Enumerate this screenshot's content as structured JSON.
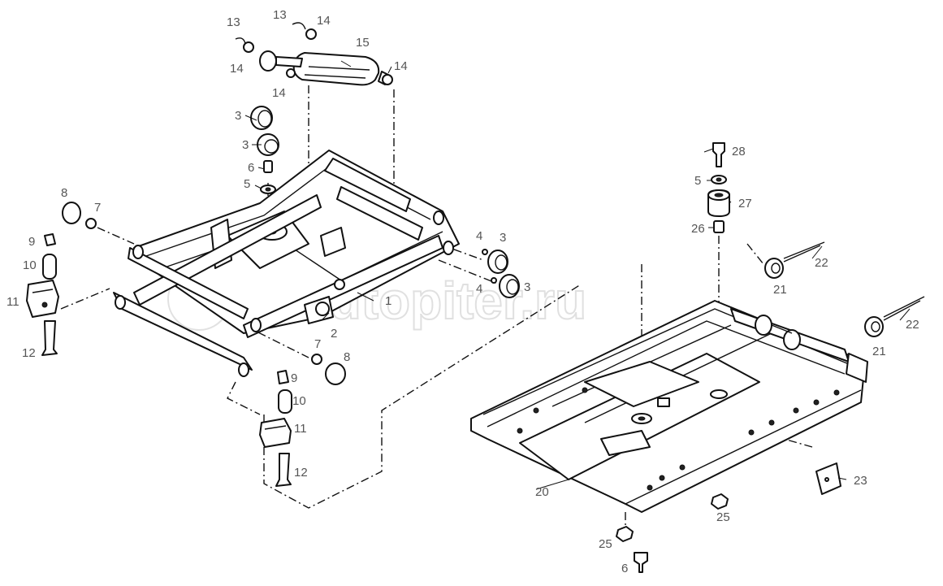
{
  "watermark": {
    "text": "autopiter.ru"
  },
  "callouts": {
    "c1": "1",
    "c2": "2",
    "c3a": "3",
    "c3b": "3",
    "c3c": "3",
    "c3d": "3",
    "c4a": "4",
    "c4b": "4",
    "c5a": "5",
    "c5b": "5",
    "c6a": "6",
    "c6b": "6",
    "c7a": "7",
    "c7b": "7",
    "c8a": "8",
    "c8b": "8",
    "c9a": "9",
    "c9b": "9",
    "c10a": "10",
    "c10b": "10",
    "c11a": "11",
    "c11b": "11",
    "c12a": "12",
    "c12b": "12",
    "c13a": "13",
    "c13b": "13",
    "c14a": "14",
    "c14b": "14",
    "c14c": "14",
    "c14d": "14",
    "c15": "15",
    "c20": "20",
    "c21a": "21",
    "c21b": "21",
    "c22a": "22",
    "c22b": "22",
    "c23": "23",
    "c25a": "25",
    "c25b": "25",
    "c26": "26",
    "c27": "27",
    "c28": "28"
  },
  "icons": {
    "damper": "shock-absorber-icon",
    "frame": "scissor-frame-icon",
    "base": "base-plate-icon",
    "bushing": "bushing-icon",
    "bolt": "bolt-icon",
    "nut": "nut-icon",
    "washer": "washer-icon"
  }
}
